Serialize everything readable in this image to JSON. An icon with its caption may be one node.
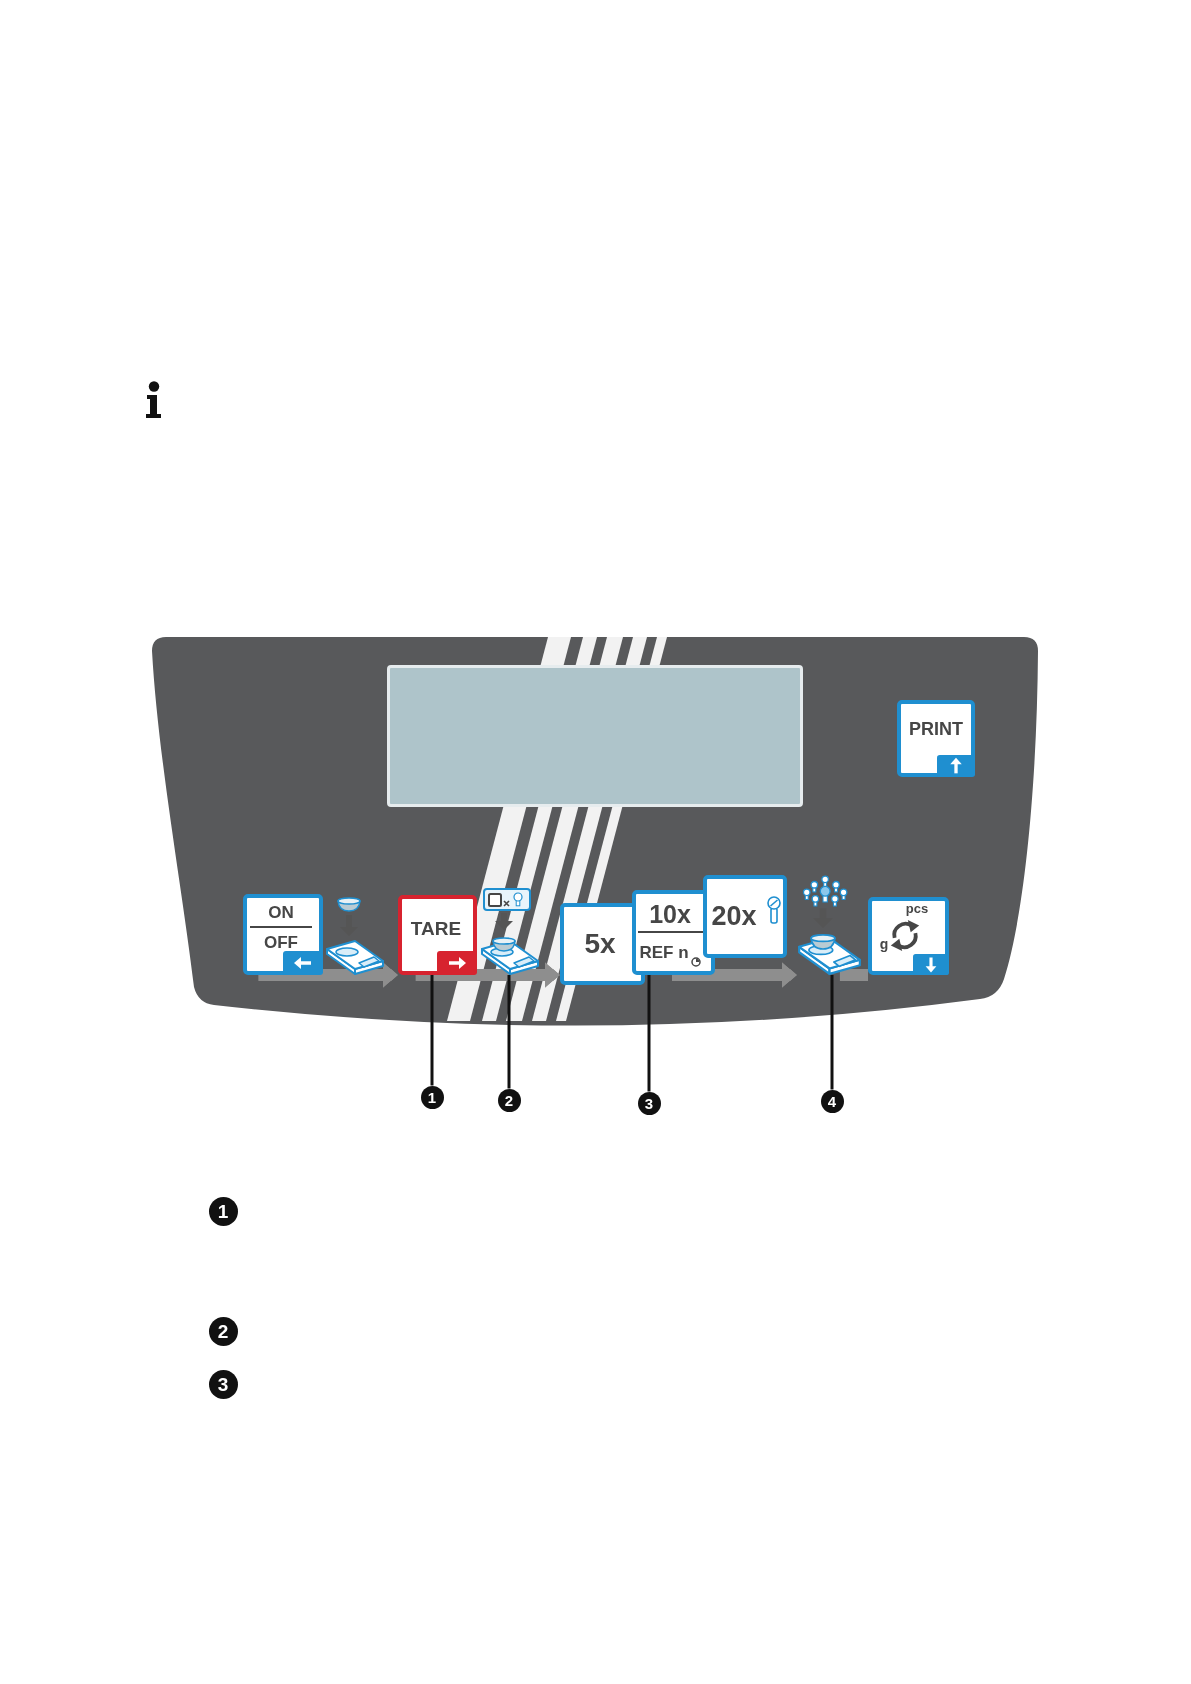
{
  "diagram": {
    "nodes": [
      {
        "text": [],
        "shape": "box"
      },
      {
        "text": [],
        "shape": "box",
        "in": 0
      },
      {
        "text": [
          "PRINT"
        ],
        "in": 0
      },
      {
        "text": [
          "ON",
          "OFF"
        ],
        "in": 0
      },
      {
        "text": [],
        "shape": "picture",
        "in": 0
      },
      {
        "text": [
          "TARE"
        ],
        "in": 0
      },
      {
        "text": [],
        "shape": "picture",
        "in": 0
      },
      {
        "text": [
          "5x"
        ],
        "in": 0
      },
      {
        "text": [
          "10x",
          "REF n"
        ],
        "in": 0
      },
      {
        "text": [
          "20x"
        ],
        "in": 0
      },
      {
        "text": [],
        "shape": "picture",
        "in": 0
      },
      {
        "text": [
          "pcs",
          "g"
        ],
        "in": 0
      },
      {
        "text": [
          "1"
        ]
      },
      {
        "text": [
          "2"
        ]
      },
      {
        "text": [
          "3"
        ]
      },
      {
        "text": [
          "4"
        ]
      }
    ],
    "edges": [
      {
        "from": 3,
        "to": 5,
        "arrow": "to",
        "style": "thick",
        "color": "#8e8e8e"
      },
      {
        "from": 5,
        "to": 7,
        "arrow": "to",
        "style": "thick",
        "color": "#8e8e8e"
      },
      {
        "from": 8,
        "to": 10,
        "arrow": "to",
        "style": "thick",
        "color": "#8e8e8e"
      },
      {
        "from": 10,
        "to": 11,
        "arrow": "none",
        "style": "thick",
        "color": "#8e8e8e"
      },
      {
        "from": 12,
        "to": 5,
        "arrow": "none",
        "color": "#111111"
      },
      {
        "from": 13,
        "to": 6,
        "arrow": "none",
        "color": "#111111"
      },
      {
        "from": 14,
        "to": 8,
        "arrow": "none",
        "color": "#111111"
      },
      {
        "from": 15,
        "to": 10,
        "arrow": "none",
        "color": "#111111"
      }
    ],
    "labels": [
      "1",
      "2",
      "3"
    ]
  }
}
